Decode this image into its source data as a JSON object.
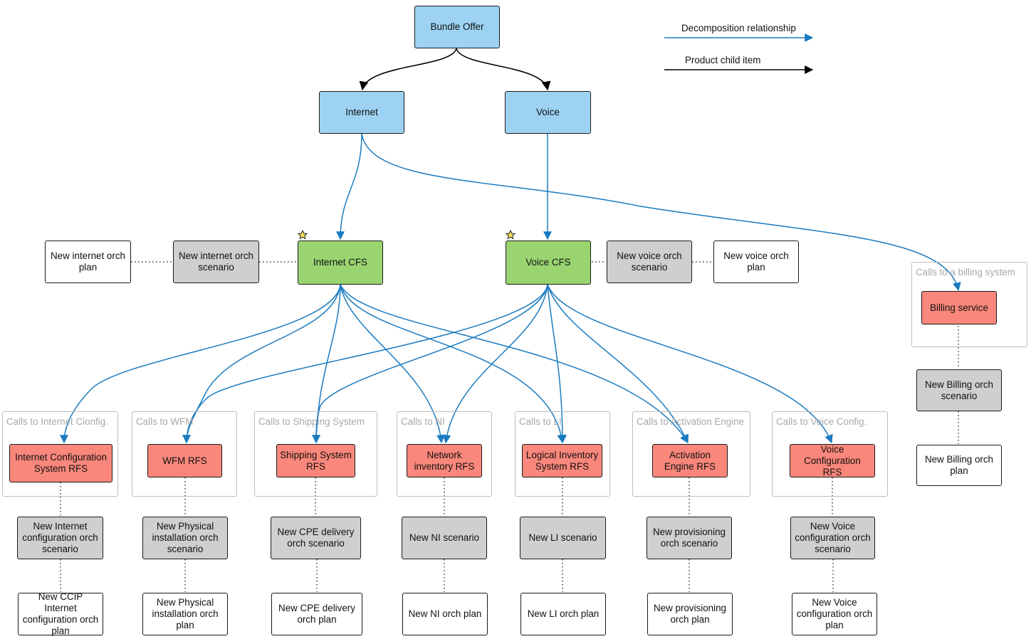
{
  "nodes": {
    "bundle_offer": "Bundle Offer",
    "internet": "Internet",
    "voice": "Voice",
    "internet_cfs": "Internet CFS",
    "voice_cfs": "Voice CFS",
    "new_internet_orch_plan": "New internet orch plan",
    "new_internet_orch_scenario": "New internet orch scenario",
    "new_voice_orch_scenario": "New voice orch scenario",
    "new_voice_orch_plan": "New voice orch plan",
    "billing_service": "Billing service",
    "new_billing_orch_scenario": "New Billing orch scenario",
    "new_billing_orch_plan": "New Billing orch plan",
    "internet_config_rfs": "Internet Configuration System RFS",
    "wfm_rfs": "WFM RFS",
    "shipping_rfs": "Shipping System RFS",
    "ni_rfs": "Network inventory RFS",
    "li_rfs": "Logical Inventory System RFS",
    "activation_rfs": "Activation Engine RFS",
    "voice_config_rfs": "Voice Configuration RFS",
    "new_internet_config_scenario": "New Internet configuration orch scenario",
    "new_physical_install_scenario": "New Physical installation orch scenario",
    "new_cpe_delivery_scenario": "New CPE delivery orch scenario",
    "new_ni_scenario": "New NI scenario",
    "new_li_scenario": "New LI scenario",
    "new_provisioning_scenario": "New provisioning orch scenario",
    "new_voice_config_scenario": "New Voice configuration orch scenario",
    "new_ccip_plan": "New CCIP Internet configuration orch plan",
    "new_physical_install_plan": "New Physical installation orch plan",
    "new_cpe_delivery_plan": "New CPE delivery orch plan",
    "new_ni_plan": "New NI orch plan",
    "new_li_plan": "New LI orch plan",
    "new_provisioning_plan": "New provisioning orch plan",
    "new_voice_config_plan": "New  Voice configuration orch plan"
  },
  "groups": {
    "billing": "Calls to  a billing system",
    "internet_config": "Calls to Internet  Cionfig.",
    "wfm": "Calls to WFM",
    "shipping": "Calls to  Shipping System",
    "ni": "Calls to NI",
    "li": "Calls to LI",
    "activation": "Calls to Activation Engine",
    "voice_config": "Calls to Voice Config."
  },
  "legend": {
    "decomposition": "Decomposition relationship",
    "child_item": "Product child item"
  },
  "colors": {
    "blue_box": "#9dd2f2",
    "green_box": "#99d470",
    "red_box": "#f9877b",
    "gray_box": "#cfcfcf",
    "decomposition_line": "#1b7bc0",
    "child_line": "#000000",
    "star": "#f5e05a"
  }
}
